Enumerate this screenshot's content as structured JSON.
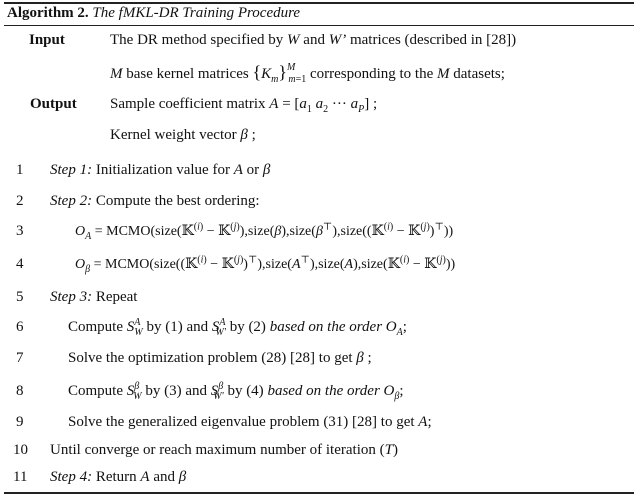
{
  "title": {
    "label": "Algorithm 2.",
    "name": "The fMKL-DR Training Procedure"
  },
  "input": {
    "label": "Input",
    "line1": "The DR method specified by W and W’ matrices (described in [28])",
    "line2": "M base kernel matrices {K_m}_{m=1}^{M} corresponding to the M datasets;"
  },
  "output": {
    "label": "Output",
    "line1": "Sample coefficient matrix A = [a_1 a_2 ··· a_P] ;",
    "line2": "Kernel weight vector β ;"
  },
  "steps": [
    {
      "num": "1",
      "text": "Step 1: Initialization value for A or β"
    },
    {
      "num": "2",
      "text": "Step 2: Compute the best ordering:"
    },
    {
      "num": "3",
      "text": "O_A = MCMO(size(K^(i) − K^(j)),size(β),size(β^⊤),size((K^(i) − K^(j))^⊤))"
    },
    {
      "num": "4",
      "text": "O_β = MCMO(size((K^(i) − K^(j))^⊤),size(A^⊤),size(A),size(K^(i) − K^(j)))"
    },
    {
      "num": "5",
      "text": "Step 3: Repeat"
    },
    {
      "num": "6",
      "text": "Compute S_W^A by (1) and S_W'^A by (2) based on the order O_A;"
    },
    {
      "num": "7",
      "text": "Solve the optimization problem (28) [28] to get β ;"
    },
    {
      "num": "8",
      "text": "Compute S_W^β by (3) and S_W'^β by (4) based on the order O_β;"
    },
    {
      "num": "9",
      "text": "Solve the generalized eigenvalue problem (31) [28] to get A;"
    },
    {
      "num": "10",
      "text": "Until converge or reach maximum number of iteration (T)"
    },
    {
      "num": "11",
      "text": "Step 4: Return A and β"
    }
  ]
}
